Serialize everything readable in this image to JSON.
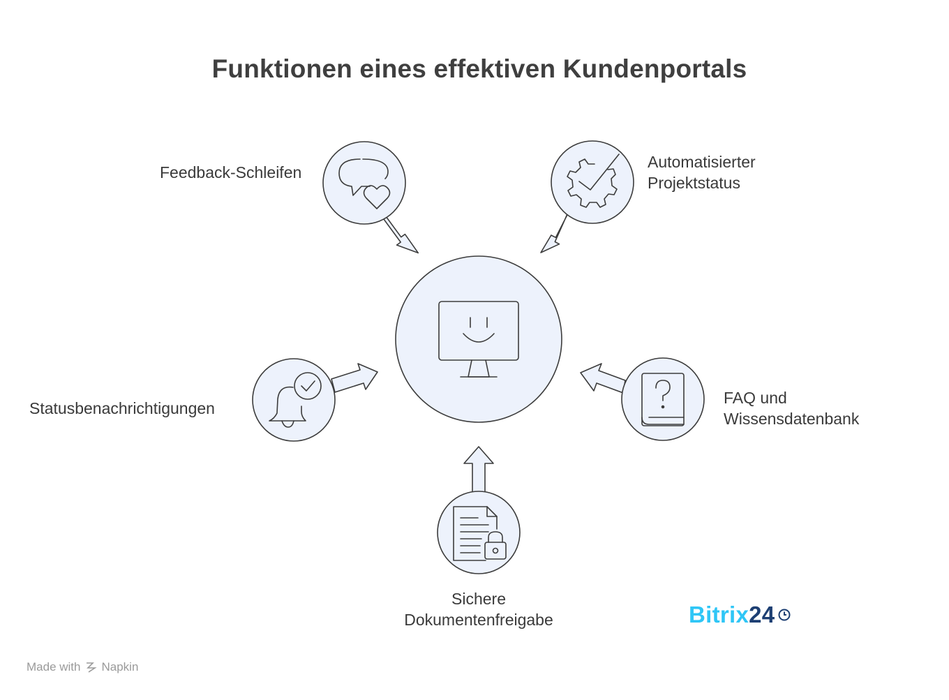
{
  "title": "Funktionen eines effektiven Kundenportals",
  "center": {
    "icon": "smiling-monitor-icon"
  },
  "features": {
    "feedback": {
      "label": "Feedback-Schleifen",
      "icon": "chat-heart-icon"
    },
    "automation": {
      "label_line1": "Automatisierter",
      "label_line2": "Projektstatus",
      "icon": "gear-check-icon"
    },
    "notifications": {
      "label": "Statusbenachrichtigungen",
      "icon": "bell-check-icon"
    },
    "faq": {
      "label_line1": "FAQ und",
      "label_line2": "Wissensdatenbank",
      "icon": "question-book-icon"
    },
    "documents": {
      "label_line1": "Sichere",
      "label_line2": "Dokumentenfreigabe",
      "icon": "document-lock-icon"
    }
  },
  "brand": {
    "part1": "Bitrix",
    "part2": "24",
    "icon": "clock-icon"
  },
  "footer": {
    "made_with": "Made with",
    "tool": "Napkin",
    "icon": "napkin-icon"
  },
  "colors": {
    "circle_fill": "#edf2fc",
    "stroke": "#3c3c3c",
    "brand_light": "#2fc6f6",
    "brand_dark": "#1d3f73"
  }
}
